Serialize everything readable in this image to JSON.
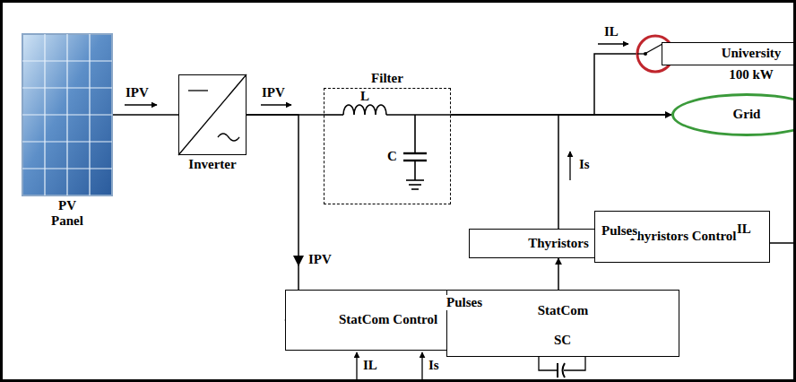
{
  "diagram": {
    "nodes": [
      {
        "text": [
          "PV Panel"
        ]
      },
      {
        "text": [
          "Inverter"
        ]
      },
      {
        "text": [
          "Filter"
        ]
      },
      {
        "text": [
          "University",
          "100 kW"
        ]
      },
      {
        "text": [
          "Grid"
        ]
      },
      {
        "text": [
          "Thyristors"
        ]
      },
      {
        "text": [
          "Thyristors Control"
        ]
      },
      {
        "text": [
          "StatCom Control"
        ]
      },
      {
        "text": [
          "StatCom"
        ]
      }
    ],
    "edges": [
      {
        "from": 0,
        "to": 1,
        "arrow": "none",
        "label": "IPV"
      },
      {
        "from": 1,
        "to": 2,
        "arrow": "none",
        "label": "IPV"
      },
      {
        "from": 2,
        "to": 4,
        "arrow": "none"
      },
      {
        "from": 2,
        "to": 3,
        "arrow": "none",
        "label": "IL"
      },
      {
        "from": 1,
        "to": 7,
        "arrow": "to",
        "label": "IPV"
      },
      {
        "from": 7,
        "to": 8,
        "arrow": "to",
        "label": "Pulses"
      },
      {
        "from": 8,
        "to": 5,
        "arrow": "to"
      },
      {
        "from": 6,
        "to": 5,
        "arrow": "to",
        "label": "Pulses"
      },
      {
        "from": 5,
        "to": 4,
        "arrow": "to",
        "label": "Is"
      }
    ],
    "labels": [
      "L",
      "C",
      "SC",
      "IL",
      "IL",
      "Is"
    ]
  }
}
